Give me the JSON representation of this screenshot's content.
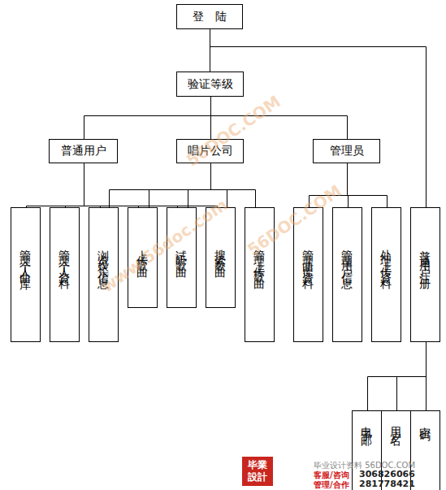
{
  "diagram": {
    "nodes": [
      {
        "text": [
          "登　陆"
        ]
      },
      {
        "text": [
          "验证等级"
        ]
      },
      {
        "text": [
          "普通用户"
        ]
      },
      {
        "text": [
          "唱片公司"
        ]
      },
      {
        "text": [
          "管理员"
        ]
      },
      {
        "text": [
          "管理个人曲库"
        ]
      },
      {
        "text": [
          "管理个人资料"
        ]
      },
      {
        "text": [
          "浏览娱乐信息"
        ]
      },
      {
        "text": [
          "上传歌曲"
        ]
      },
      {
        "text": [
          "试听歌曲"
        ]
      },
      {
        "text": [
          "搜索歌曲"
        ]
      },
      {
        "text": [
          "管理上传歌曲"
        ]
      },
      {
        "text": [
          "管理曲库资料"
        ]
      },
      {
        "text": [
          "管理用户信息"
        ]
      },
      {
        "text": [
          "处理上传资料"
        ]
      },
      {
        "text": [
          "普通用户注册"
        ]
      },
      {
        "text": [
          "电子邮"
        ]
      },
      {
        "text": [
          "用户名"
        ]
      },
      {
        "text": [
          "密码"
        ]
      }
    ],
    "edges": [
      {
        "from": 0,
        "to": 1,
        "arrow": "none"
      },
      {
        "from": 0,
        "to": 15,
        "arrow": "none"
      },
      {
        "from": 1,
        "to": 2,
        "arrow": "none"
      },
      {
        "from": 1,
        "to": 3,
        "arrow": "none"
      },
      {
        "from": 1,
        "to": 4,
        "arrow": "none"
      },
      {
        "from": 2,
        "to": 5,
        "arrow": "none"
      },
      {
        "from": 2,
        "to": 6,
        "arrow": "none"
      },
      {
        "from": 2,
        "to": 7,
        "arrow": "none"
      },
      {
        "from": 2,
        "to": 8,
        "arrow": "none"
      },
      {
        "from": 2,
        "to": 9,
        "arrow": "none"
      },
      {
        "from": 2,
        "to": 10,
        "arrow": "none"
      },
      {
        "from": 3,
        "to": 7,
        "arrow": "none"
      },
      {
        "from": 3,
        "to": 8,
        "arrow": "none"
      },
      {
        "from": 3,
        "to": 9,
        "arrow": "none"
      },
      {
        "from": 3,
        "to": 10,
        "arrow": "none"
      },
      {
        "from": 3,
        "to": 11,
        "arrow": "none"
      },
      {
        "from": 4,
        "to": 12,
        "arrow": "none"
      },
      {
        "from": 4,
        "to": 13,
        "arrow": "none"
      },
      {
        "from": 4,
        "to": 14,
        "arrow": "none"
      },
      {
        "from": 15,
        "to": 16,
        "arrow": "none"
      },
      {
        "from": 15,
        "to": 17,
        "arrow": "none"
      },
      {
        "from": 15,
        "to": 18,
        "arrow": "none"
      }
    ],
    "labels": [
      "56DOC.COM",
      "www.56doc.com",
      "56DOC.COM",
      "毕業設計",
      "毕业设计资料 56DOC.COM",
      "客服/咨询",
      "306826066",
      "管理/合作",
      "281778421"
    ]
  }
}
